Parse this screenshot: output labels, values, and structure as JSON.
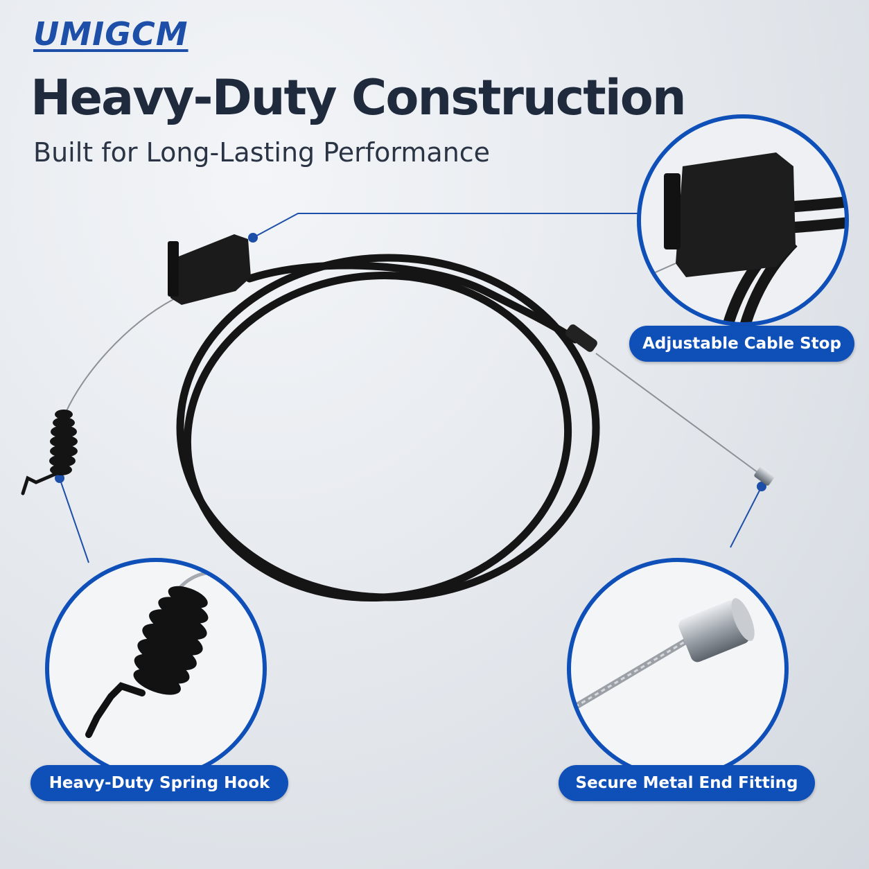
{
  "brand": {
    "name": "UMIGCM"
  },
  "header": {
    "title": "Heavy-Duty Construction",
    "subtitle": "Built for Long-Lasting Performance"
  },
  "callouts": [
    {
      "label": "Adjustable Cable Stop",
      "icon": "cable-stop-closeup"
    },
    {
      "label": "Heavy-Duty Spring Hook",
      "icon": "spring-hook-closeup"
    },
    {
      "label": "Secure Metal End Fitting",
      "icon": "metal-end-fitting-closeup"
    }
  ],
  "colors": {
    "accent": "#0f4fb8",
    "title": "#1f2b3d",
    "cable": "#151515"
  }
}
